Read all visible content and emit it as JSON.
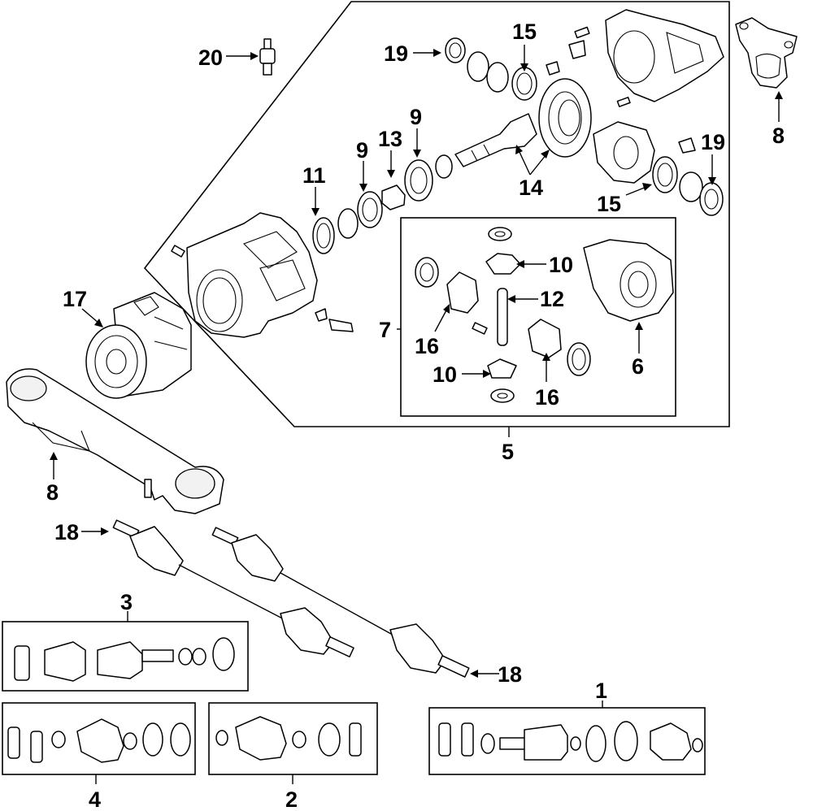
{
  "callouts": {
    "c1": "1",
    "c2": "2",
    "c3": "3",
    "c4": "4",
    "c5": "5",
    "c6": "6",
    "c7": "7",
    "c8_top": "8",
    "c8_left": "8",
    "c9_a": "9",
    "c9_b": "9",
    "c10_a": "10",
    "c10_b": "10",
    "c11": "11",
    "c12": "12",
    "c13": "13",
    "c14": "14",
    "c15_a": "15",
    "c15_b": "15",
    "c16_a": "16",
    "c16_b": "16",
    "c17": "17",
    "c18_a": "18",
    "c18_b": "18",
    "c19_a": "19",
    "c19_b": "19",
    "c20": "20"
  }
}
